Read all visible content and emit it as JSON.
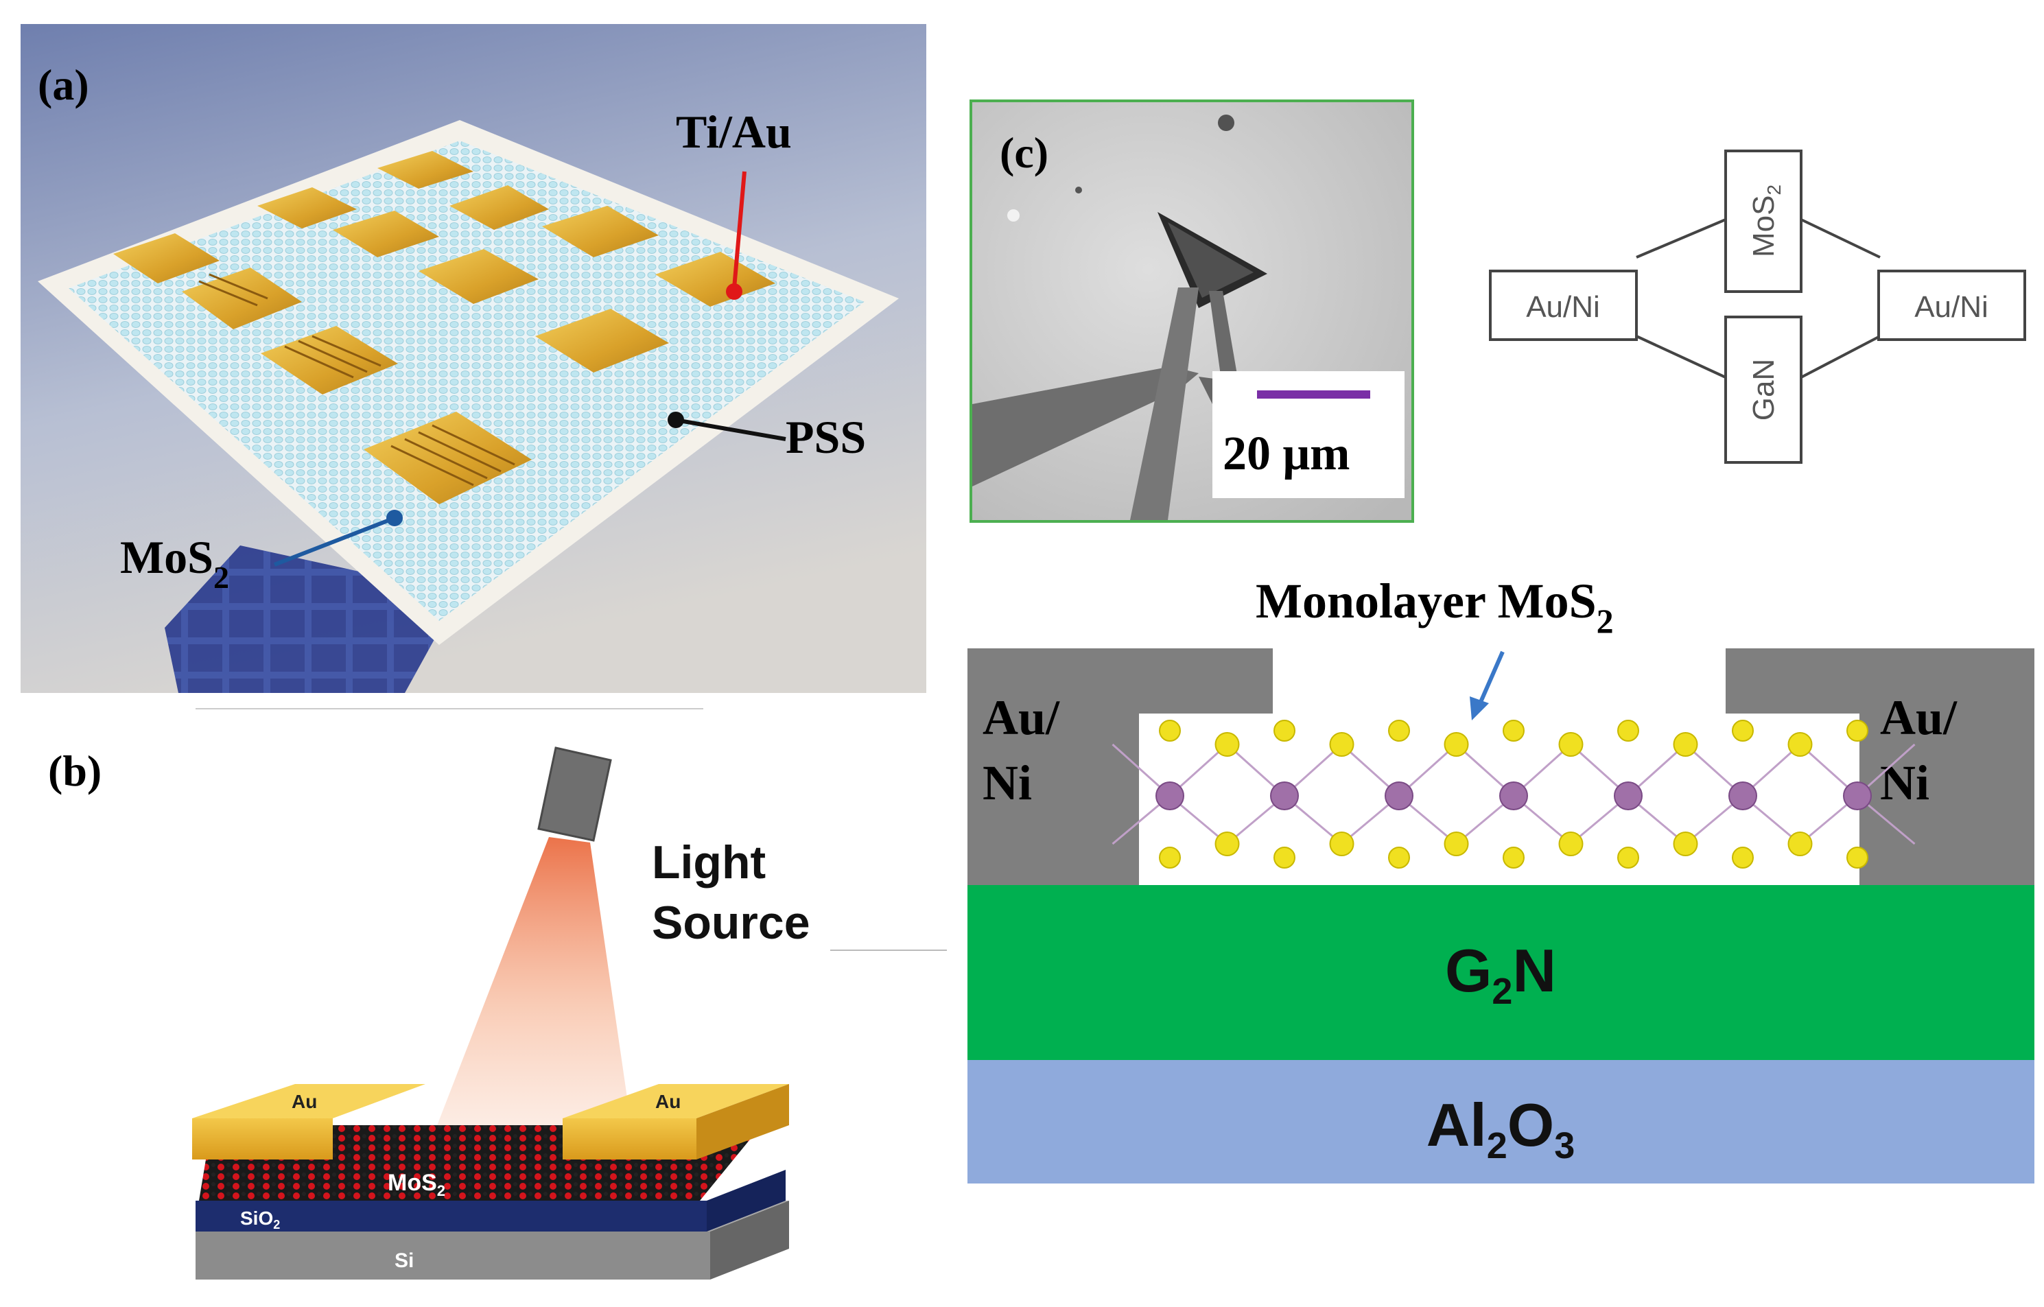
{
  "panel_a": {
    "label": "(a)",
    "electrode_label": "Ti/Au",
    "substrate_label": "PSS",
    "material_label": "MoS",
    "material_sub": "2"
  },
  "panel_b": {
    "label": "(b)",
    "light_label_1": "Light",
    "light_label_2": "Source",
    "left_contact": "Au",
    "right_contact": "Au",
    "channel": "MoS",
    "channel_sub": "2",
    "oxide": "SiO",
    "oxide_sub": "2",
    "substrate": "Si"
  },
  "panel_c": {
    "label": "(c)",
    "scale_bar": "20 μm",
    "circuit": {
      "left": "Au/Ni",
      "right": "Au/Ni",
      "top": "MoS",
      "top_sub": "2",
      "bottom": "GaN"
    },
    "cross_section": {
      "monolayer_label": "Monolayer MoS",
      "monolayer_sub": "2",
      "left_contact_1": "Au/",
      "left_contact_2": "Ni",
      "right_contact_1": "Au/",
      "right_contact_2": "Ni",
      "g2n_a": "G",
      "g2n_sub": "2",
      "g2n_b": "N",
      "al_a": "Al",
      "al_sub1": "2",
      "al_b": "O",
      "al_sub2": "3"
    }
  },
  "colors": {
    "gold": "#d9a12a",
    "green_layer": "#00b050",
    "blue_layer": "#8faadc",
    "contact_gray": "#7f7f7f",
    "sulfur": "#f0e020",
    "molybdenum": "#a070a8",
    "frame_green": "#4caf50"
  }
}
